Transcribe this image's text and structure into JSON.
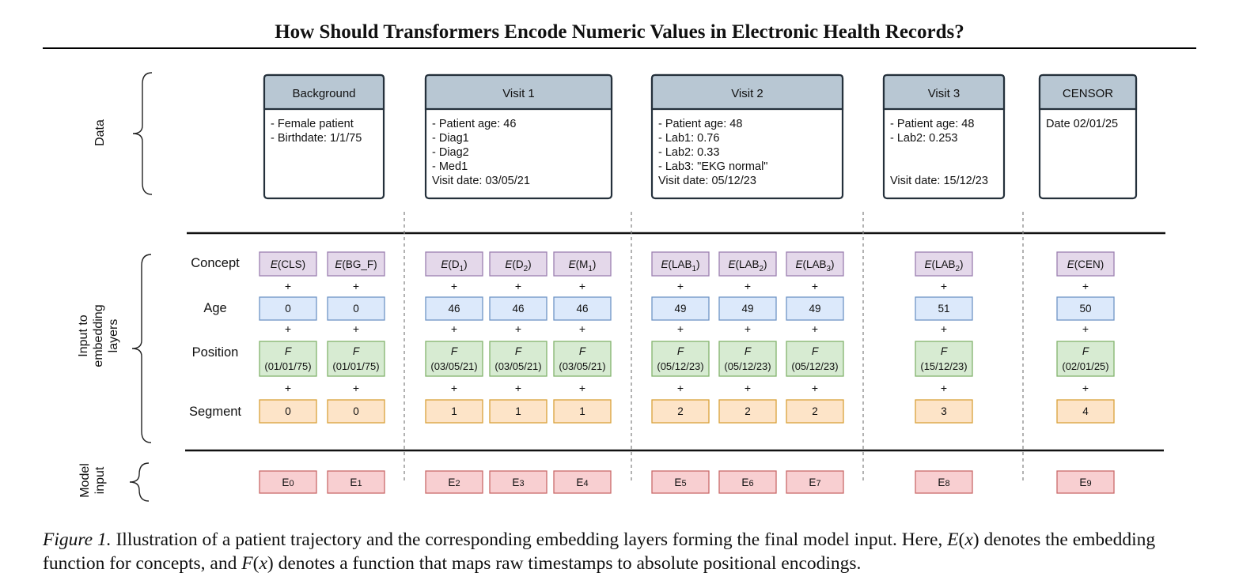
{
  "header": {
    "title": "How Should Transformers Encode Numeric Values in Electronic Health Records?"
  },
  "figure": {
    "group_labels": {
      "data": "Data",
      "input_line1": "Input to",
      "input_line2": "embedding",
      "input_line3": "layers",
      "model_line1": "Model",
      "model_line2": "input"
    },
    "row_labels": {
      "concept": "Concept",
      "age": "Age",
      "position": "Position",
      "segment": "Segment"
    },
    "plus_sign": "+",
    "position_fn": "F",
    "data_boxes": [
      {
        "title": "Background",
        "lines": [
          "- Female patient",
          "- Birthdate: 1/1/75"
        ]
      },
      {
        "title": "Visit 1",
        "lines": [
          "- Patient age: 46",
          "- Diag1",
          "- Diag2",
          "- Med1",
          "Visit date: 03/05/21"
        ]
      },
      {
        "title": "Visit 2",
        "lines": [
          "- Patient age: 48",
          "- Lab1: 0.76",
          "- Lab2: 0.33",
          "- Lab3: \"EKG normal\"",
          "Visit date: 05/12/23"
        ]
      },
      {
        "title": "Visit 3",
        "lines": [
          "- Patient age: 48",
          "- Lab2: 0.253",
          "",
          "",
          "Visit date: 15/12/23"
        ]
      },
      {
        "title": "CENSOR",
        "lines": [
          "Date 02/01/25"
        ]
      }
    ],
    "tokens": [
      {
        "concept": "CLS",
        "concept_sub": "",
        "age": "0",
        "position": "(01/01/75)",
        "segment": "0",
        "model": "E",
        "model_sub": "0"
      },
      {
        "concept": "BG_F",
        "concept_sub": "",
        "age": "0",
        "position": "(01/01/75)",
        "segment": "0",
        "model": "E",
        "model_sub": "1"
      },
      {
        "concept": "D",
        "concept_sub": "1",
        "age": "46",
        "position": "(03/05/21)",
        "segment": "1",
        "model": "E",
        "model_sub": "2"
      },
      {
        "concept": "D",
        "concept_sub": "2",
        "age": "46",
        "position": "(03/05/21)",
        "segment": "1",
        "model": "E",
        "model_sub": "3"
      },
      {
        "concept": "M",
        "concept_sub": "1",
        "age": "46",
        "position": "(03/05/21)",
        "segment": "1",
        "model": "E",
        "model_sub": "4"
      },
      {
        "concept": "LAB",
        "concept_sub": "1",
        "age": "49",
        "position": "(05/12/23)",
        "segment": "2",
        "model": "E",
        "model_sub": "5"
      },
      {
        "concept": "LAB",
        "concept_sub": "2",
        "age": "49",
        "position": "(05/12/23)",
        "segment": "2",
        "model": "E",
        "model_sub": "6"
      },
      {
        "concept": "LAB",
        "concept_sub": "3",
        "age": "49",
        "position": "(05/12/23)",
        "segment": "2",
        "model": "E",
        "model_sub": "7"
      },
      {
        "concept": "LAB",
        "concept_sub": "2",
        "age": "51",
        "position": "(15/12/23)",
        "segment": "3",
        "model": "E",
        "model_sub": "8"
      },
      {
        "concept": "CEN",
        "concept_sub": "",
        "age": "50",
        "position": "(02/01/25)",
        "segment": "4",
        "model": "E",
        "model_sub": "9"
      }
    ],
    "colors": {
      "concept_fill": "#e4d8ea",
      "concept_stroke": "#9c7fb0",
      "age_fill": "#dce9fb",
      "age_stroke": "#6f95c6",
      "position_fill": "#d7ebd2",
      "position_stroke": "#82b36c",
      "segment_fill": "#fde4c8",
      "segment_stroke": "#d9a23a",
      "model_fill": "#f8cfd1",
      "model_stroke": "#c96a6a",
      "header_fill": "#b8c7d3",
      "box_stroke": "#24303b"
    }
  },
  "caption": {
    "lead": "Figure 1.",
    "text_1": " Illustration of a patient trajectory and the corresponding embedding layers forming the final model input. Here, ",
    "e_fn": "E",
    "e_arg": "x",
    "text_2": " denotes the embedding function for concepts, and ",
    "f_fn": "F",
    "f_arg": "x",
    "text_3": " denotes a function that maps raw timestamps to absolute positional encodings."
  }
}
